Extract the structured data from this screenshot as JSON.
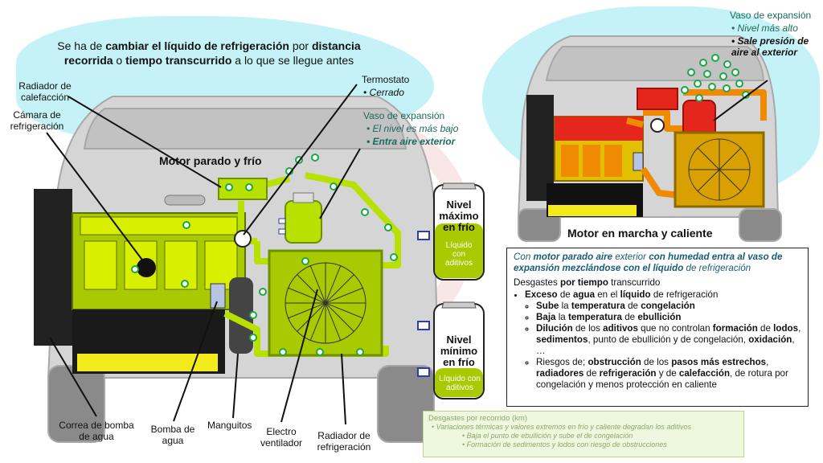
{
  "headline": {
    "part1": "Se ha de ",
    "strong1": "cambiar el líquido de refrigeración",
    "part2": " por ",
    "strong2": "distancia recorrida",
    "part3": " o ",
    "strong3": "tiempo transcurrido",
    "part4": " a lo que se llegue antes"
  },
  "left_diagram": {
    "title": "Motor parado y frío",
    "labels": {
      "radiador_calefaccion": "Radiador de calefacción",
      "camara_refrigeracion": "Cámara de refrigeración",
      "termostato": "Termostato",
      "termostato_estado": "• Cerrado",
      "vaso_expansion": "Vaso de expansión",
      "vaso_nivel": "• El nivel es más bajo",
      "vaso_aire": "• Entra aire exterior",
      "correa": "Correa de bomba de agua",
      "bomba": "Bomba de agua",
      "manguitos": "Manguitos",
      "electro": "Electro ventilador",
      "radiador_refrig": "Radiador de refrigeración"
    },
    "bottles": [
      {
        "label": "Nivel máximo en frío",
        "sub": "Líquido con aditivos"
      },
      {
        "label": "Nivel mínimo en frío",
        "sub": "Líquido con aditivos"
      }
    ]
  },
  "right_diagram": {
    "title": "Motor en marcha y caliente",
    "vaso_title": "Vaso de expansión",
    "vaso_nivel": "• Nivel más alto",
    "vaso_presion": "• Sale presión de aire al exterior"
  },
  "info_box": {
    "intro_pre": "Con ",
    "intro_b1": "motor parado aire",
    "intro_mid1": " exterior ",
    "intro_b2": "con humedad entra al vaso de expansión mezclándose con el líquido",
    "intro_post": " de refrigeración",
    "desgastes_pre": "Desgastes ",
    "desgastes_b": "por tiempo",
    "desgastes_post": " transcurrido",
    "exceso": [
      "Exceso",
      " de ",
      "agua",
      " en el ",
      "líquido",
      " de refrigeración"
    ],
    "sube": [
      "Sube",
      " la ",
      "temperatura",
      " de ",
      "congelación"
    ],
    "baja": [
      "Baja",
      " la ",
      "temperatura",
      " de ",
      "ebullición"
    ],
    "dilucion": [
      "Dilución",
      " de los ",
      "aditivos",
      " que no controlan ",
      "formación",
      " de ",
      "lodos",
      ", ",
      "sedimentos",
      ", punto de ebullición y de congelación, ",
      "oxidación",
      ", …"
    ],
    "riesgos": [
      "Riesgos de; ",
      "obstrucción",
      " de los ",
      "pasos más estrechos",
      ", ",
      "radiadores",
      " de ",
      "refrigeración",
      " y de ",
      "calefacción",
      ", de rotura por congelación y menos protección en caliente"
    ]
  },
  "recorrido_box": {
    "title": "Desgastes por recorrido (km)",
    "line1": "• Variaciones térmicas y valores extremos en frío y caliente degradan los aditivos",
    "line2": "• Baja el punto de ebullición y sube el de congelación",
    "line3": "• Formación de sedimentos y lodos con riesgo de obstrucciones"
  },
  "colors": {
    "coolant": "#b8e000",
    "coolant_dark": "#6f8f00",
    "hot": "#e5261d",
    "hot_pipe": "#f08a00",
    "bubble": "#1aa84a",
    "bg_cyan": "#bff0f4",
    "label_teal": "#1b6b5a"
  }
}
